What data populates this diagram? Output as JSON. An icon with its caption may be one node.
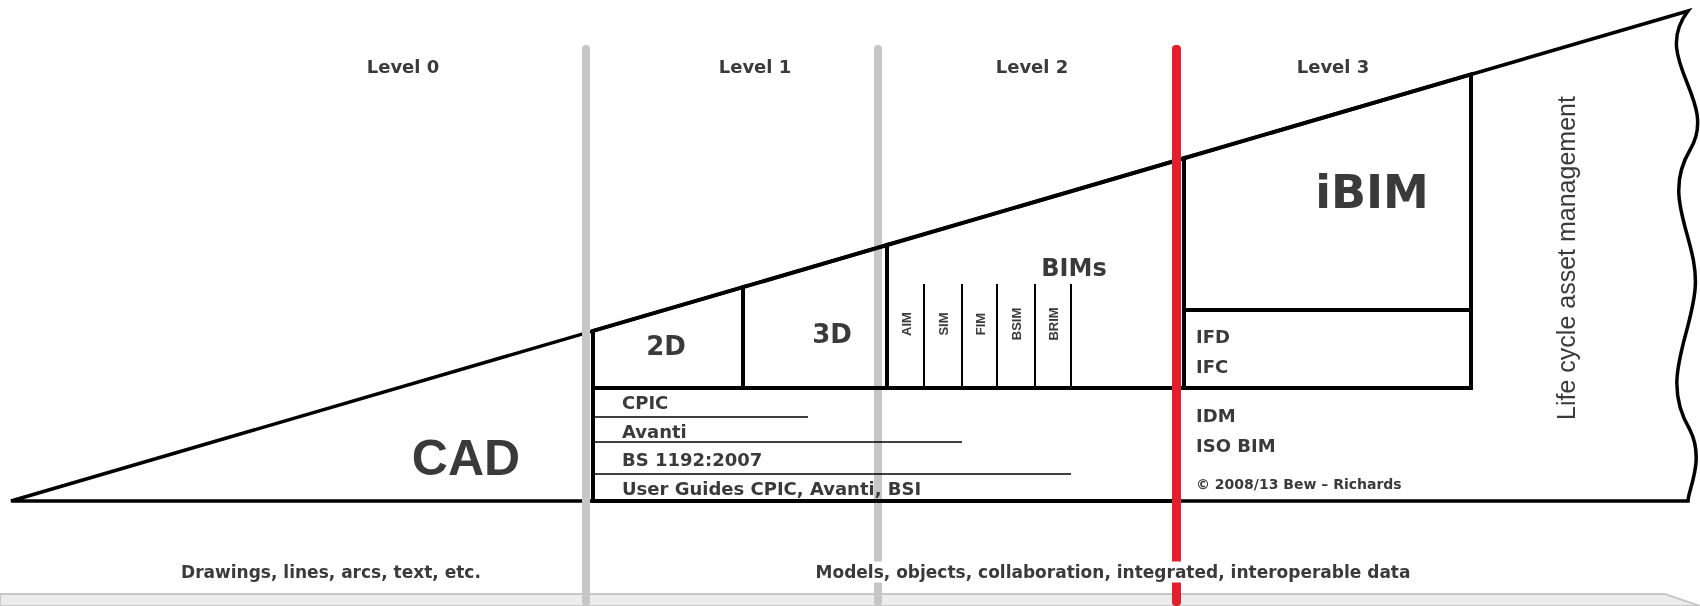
{
  "diagram": {
    "nodes": [
      {
        "text": [
          "CAD"
        ]
      },
      {
        "text": [
          "2D"
        ]
      },
      {
        "text": [
          "3D"
        ]
      },
      {
        "text": [
          "BIMs"
        ]
      },
      {
        "text": [
          "AIM"
        ],
        "in": 3
      },
      {
        "text": [
          "SIM"
        ],
        "in": 3
      },
      {
        "text": [
          "FIM"
        ],
        "in": 3
      },
      {
        "text": [
          "BSIM"
        ],
        "in": 3
      },
      {
        "text": [
          "BRIM"
        ],
        "in": 3
      },
      {
        "text": [
          "iBIM"
        ]
      },
      {
        "text": [
          "IFD",
          "IFC"
        ]
      },
      {
        "text": [
          "CPIC",
          "Avanti",
          "BS 1192:2007",
          "User Guides CPIC, Avanti, BSI"
        ]
      }
    ],
    "labels": [
      "Level 0",
      "Level 1",
      "Level 2",
      "Level 3",
      "IDM",
      "ISO BIM",
      "© 2008/13 Bew – Richards",
      "Life cycle asset management",
      "Drawings, lines, arcs, text, etc.",
      "Models, objects, collaboration, integrated, interoperable data"
    ]
  }
}
